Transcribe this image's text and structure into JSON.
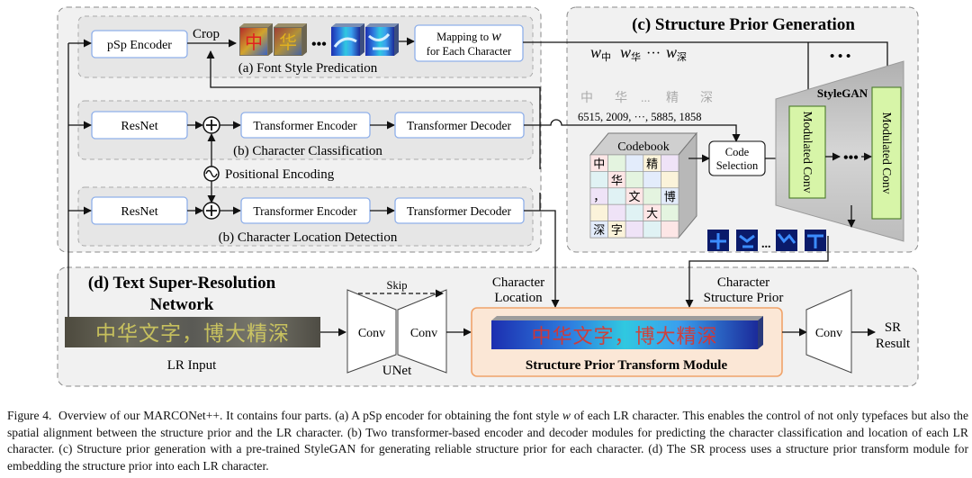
{
  "figure": {
    "part_a": {
      "encoder": "pSp Encoder",
      "crop": "Crop",
      "mapping_line1": "Mapping to ",
      "mapping_symbol": "w",
      "mapping_line2": "for Each Character",
      "section_label": "(a) Font Style Predication",
      "dots": "•••"
    },
    "part_b_cls": {
      "resnet": "ResNet",
      "encoder": "Transformer Encoder",
      "decoder": "Transformer Decoder",
      "section_label": "(b) Character Classification"
    },
    "positional_encoding": "Positional Encoding",
    "part_b_loc": {
      "resnet": "ResNet",
      "encoder": "Transformer Encoder",
      "decoder": "Transformer Decoder",
      "section_label": "(b) Character Location Detection"
    },
    "part_c": {
      "title": "(c) Structure Prior Generation",
      "w_symbol": "w",
      "w_subscripts": [
        "中",
        "华",
        "深"
      ],
      "w_ellipsis": "···",
      "top_dots": "• • •",
      "chars_gray": [
        "中",
        "华",
        "...",
        "精",
        "深"
      ],
      "indices": "6515, 2009, ···, 5885, 1858",
      "codebook_label": "Codebook",
      "codebook_grid": [
        [
          "中",
          "",
          "",
          "精",
          ""
        ],
        [
          "",
          "华",
          "",
          "",
          ""
        ],
        [
          "，",
          "",
          "文",
          "",
          "博"
        ],
        [
          "",
          "",
          "",
          "大",
          ""
        ],
        [
          "深",
          "字",
          "",
          "",
          ""
        ]
      ],
      "code_selection_line1": "Code",
      "code_selection_line2": "Selection",
      "stylegan": "StyleGAN",
      "modulated_conv_1": "Modulated Conv",
      "modulated_conv_2": "Modulated Conv",
      "mid_dots": "•••",
      "prior_dots": "..."
    },
    "part_d": {
      "title_line1": "(d) Text Super-Resolution",
      "title_line2": "Network",
      "lr_text": "中华文字，博大精深",
      "lr_label": "LR Input",
      "skip": "Skip",
      "conv_left": "Conv",
      "conv_right": "Conv",
      "unet": "UNet",
      "char_location_line1": "Character",
      "char_location_line2": "Location",
      "char_prior_line1": "Character",
      "char_prior_line2": "Structure Prior",
      "sptm_text": "中华文字，博大精深",
      "sptm_label": "Structure Prior Transform Module",
      "conv_out": "Conv",
      "sr_line1": "SR",
      "sr_line2": "Result"
    }
  },
  "caption": {
    "label": "Figure 4.",
    "text_1": "Overview of our MARCONet++. It contains four parts. (a) A pSp encoder for obtaining the font style ",
    "w": "w",
    "text_2": " of each LR character. This enables the control of not only typefaces but also the spatial alignment between the structure prior and the LR character. (b) Two transformer-based encoder and decoder modules for predicting the character classification and location of each LR character. (c) Structure prior generation with a pre-trained StyleGAN for generating reliable structure prior for each character. (d) The SR process uses a structure prior transform module for embedding the structure prior into each LR character."
  },
  "colors": {
    "panel_fill": "#f1f1f1",
    "band_fill": "#e6e6e6",
    "box_stroke": "#8fb0ea",
    "modconv_fill": "#d7f5a8",
    "sptm_fill": "#fbe7d6",
    "sptm_stroke": "#f0a36a"
  }
}
